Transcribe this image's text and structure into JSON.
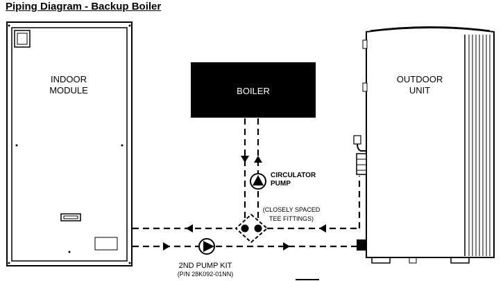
{
  "title": "Piping Diagram - Backup Boiler",
  "indoor": {
    "line1": "INDOOR",
    "line2": "MODULE"
  },
  "boiler": {
    "label": "BOILER"
  },
  "outdoor": {
    "line1": "OUTDOOR",
    "line2": "UNIT"
  },
  "circulator": {
    "line1": "CIRCULATOR",
    "line2": "PUMP"
  },
  "tee": {
    "line1": "(CLOSELY SPACED",
    "line2": "TEE FITTINGS)"
  },
  "pump_kit": {
    "line1": "2ND PUMP KIT",
    "line2": "(P/N 28K092-01NN)"
  },
  "colors": {
    "line": "#000000",
    "boiler_fill": "#000000",
    "boiler_text": "#ffffff"
  }
}
